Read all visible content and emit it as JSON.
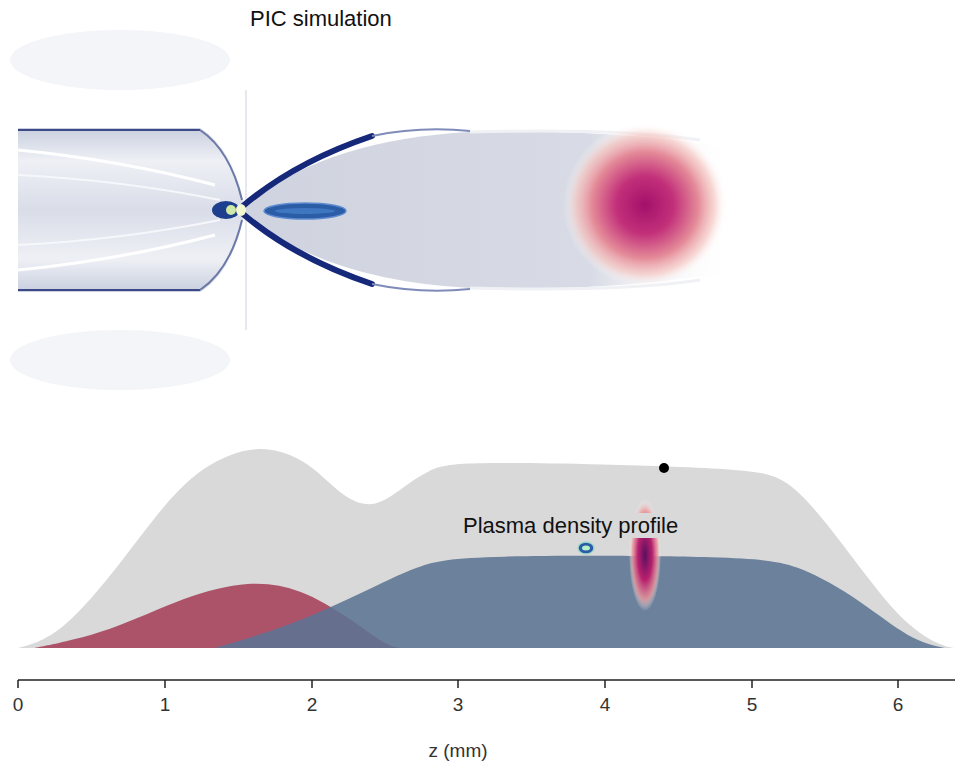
{
  "diagram": {
    "labels": [
      "PIC simulation",
      "Plasma density profile",
      "0",
      "1",
      "2",
      "3",
      "4",
      "5",
      "6",
      "z (mm)"
    ]
  }
}
